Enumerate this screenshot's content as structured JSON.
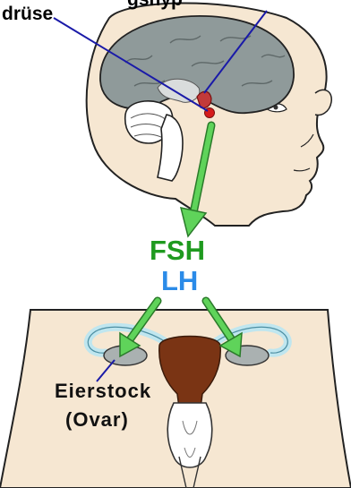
{
  "labels": {
    "top_left": "drüse",
    "top_cut": "gshyp",
    "fsh": "FSH",
    "lh": "LH",
    "ovary_line1": "Eierstock",
    "ovary_line2": "(Ovar)"
  },
  "colors": {
    "arrow_green": "#5fd35a",
    "fsh_text": "#1f9a1f",
    "lh_text": "#2b8be8",
    "brain_gray": "#8f9a9a",
    "skin": "#f6e7d2",
    "uterus": "#7a3414",
    "tube_blue": "#bfe6ef",
    "pointer_line": "#1a1aa8"
  }
}
